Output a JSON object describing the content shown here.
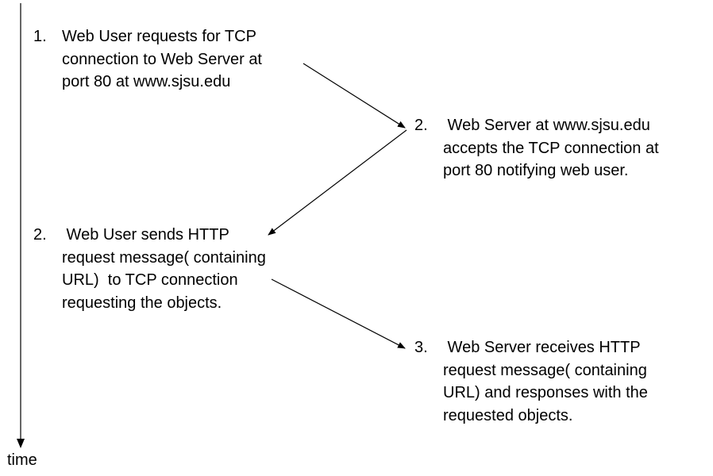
{
  "time_axis_label": "time",
  "steps": [
    {
      "number": "1.",
      "lines": [
        "Web User requests for TCP",
        "connection to Web Server at",
        "port 80 at www.sjsu.edu"
      ]
    },
    {
      "number": "2.",
      "lines": [
        " Web Server at www.sjsu.edu",
        "accepts the TCP connection at",
        "port 80 notifying web user."
      ]
    },
    {
      "number": "2.",
      "lines": [
        " Web User sends HTTP",
        "request message( containing",
        "URL)  to TCP connection",
        "requesting the objects."
      ]
    },
    {
      "number": "3.",
      "lines": [
        " Web Server receives HTTP",
        "request message( containing",
        "URL) and responses with the",
        "requested objects."
      ]
    }
  ]
}
